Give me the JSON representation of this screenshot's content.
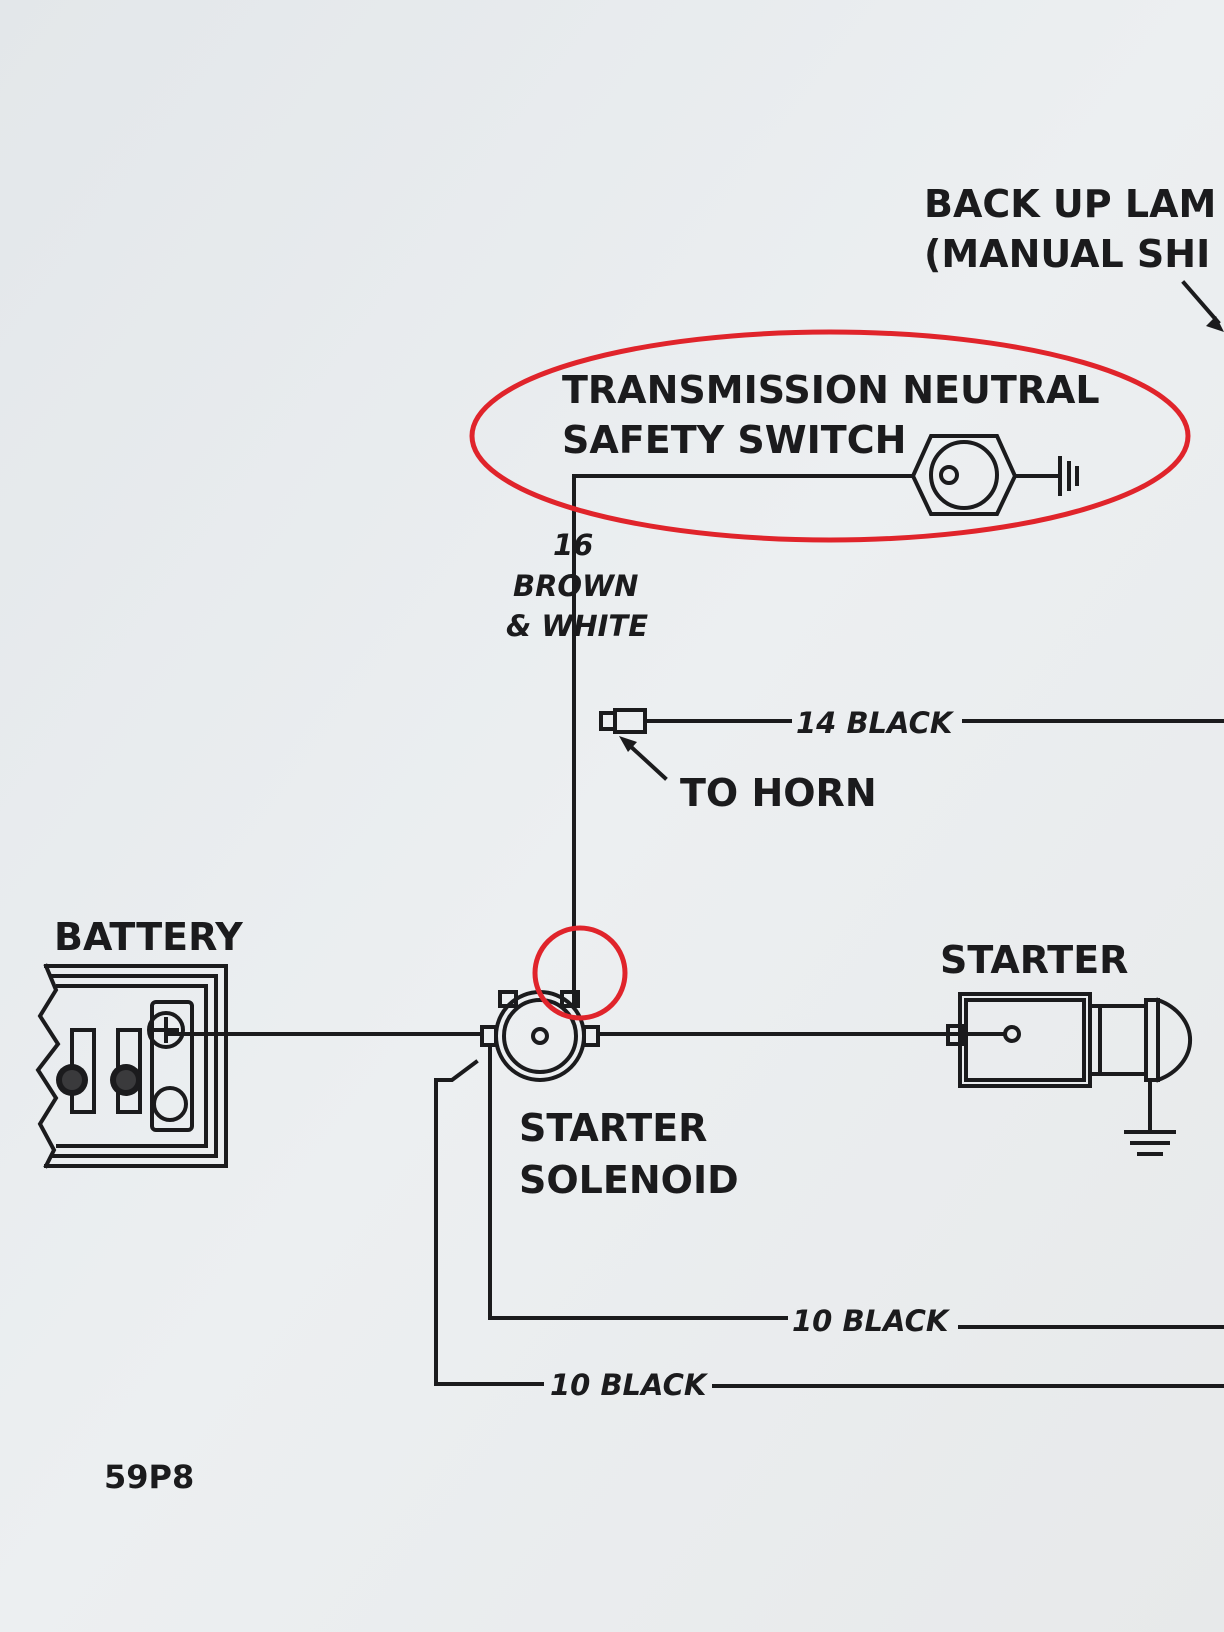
{
  "labels": {
    "back_up_line1": "BACK UP LAM",
    "back_up_line2": "(MANUAL SHI",
    "tnss_line1": "TRANSMISSION NEUTRAL",
    "tnss_line2": "SAFETY SWITCH",
    "wire16_gauge": "16",
    "wire16_color1": "BROWN",
    "wire16_color2": "& WHITE",
    "horn_wire": "14 BLACK",
    "to_horn": "TO HORN",
    "battery": "BATTERY",
    "starter": "STARTER",
    "solenoid_line1": "STARTER",
    "solenoid_line2": "SOLENOID",
    "wire10_upper": "10 BLACK",
    "wire10_lower": "10 BLACK",
    "figure_code": "59P8"
  },
  "colors": {
    "paper": "#e9ecee",
    "ink": "#1b1b1d",
    "annotation": "#e0242b"
  }
}
